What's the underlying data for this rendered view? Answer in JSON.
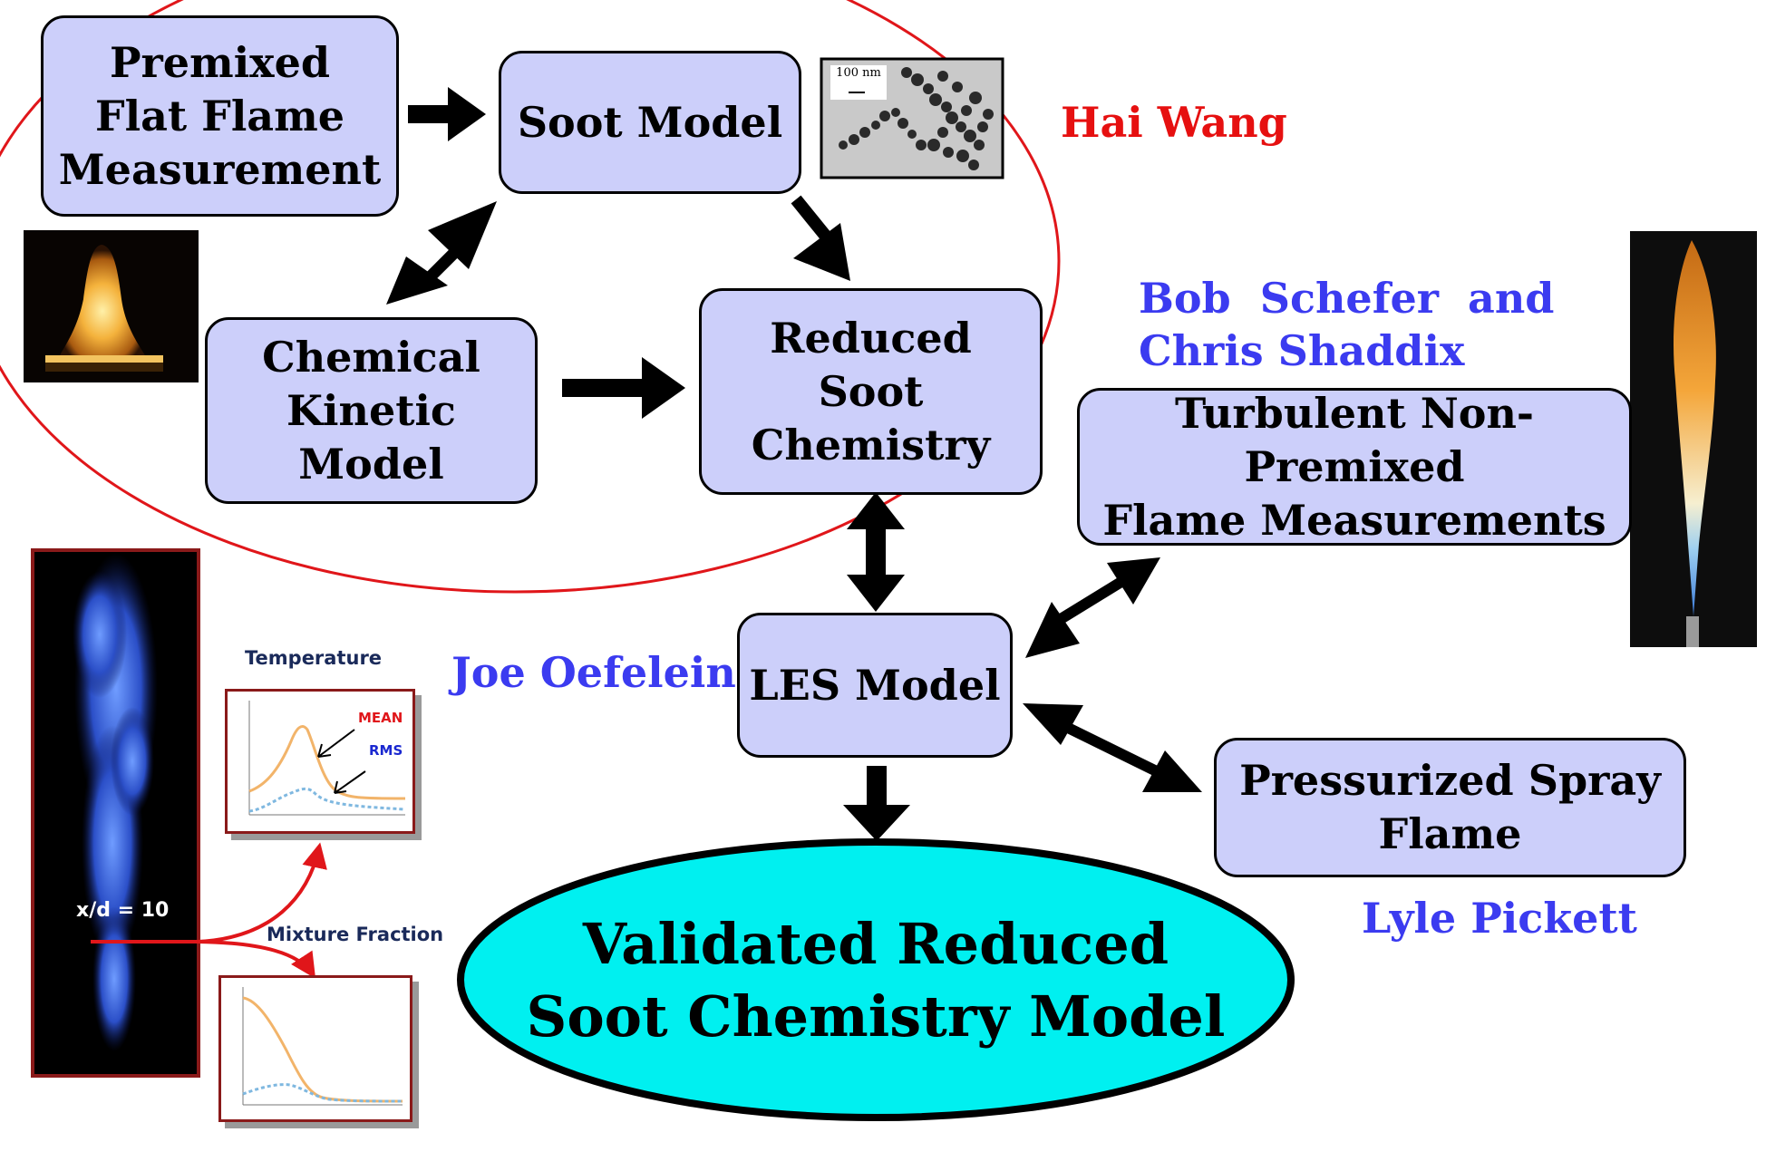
{
  "boxes": {
    "premixed": "Premixed\nFlat Flame\nMeasurement",
    "soot_model": "Soot Model",
    "chemical_kinetic": "Chemical\nKinetic Model",
    "reduced_soot": "Reduced\nSoot\nChemistry",
    "turbulent": "Turbulent Non-Premixed\nFlame Measurements",
    "les_model": "LES Model",
    "spray": "Pressurized Spray\nFlame",
    "validated": "Validated Reduced\nSoot Chemistry Model"
  },
  "people": {
    "hai_wang": "Hai Wang",
    "schefer_shaddix": "Bob  Schefer  and\nChris Shaddix",
    "oefelein": "Joe Oefelein",
    "pickett": "Lyle Pickett"
  },
  "micrograph": {
    "scale": "100 nm"
  },
  "jet": {
    "xd_label": "x/d = 10"
  },
  "plots": {
    "temperature": {
      "title": "Temperature",
      "mean_label": "MEAN",
      "rms_label": "RMS"
    },
    "mixture": {
      "title": "Mixture Fraction"
    }
  },
  "colors": {
    "box_fill": "#cccffa",
    "ellipse_fill": "#00f0f0",
    "highlight_red": "#e0161a",
    "person_blue": "#3b3bf0",
    "person_red": "#e61010"
  }
}
